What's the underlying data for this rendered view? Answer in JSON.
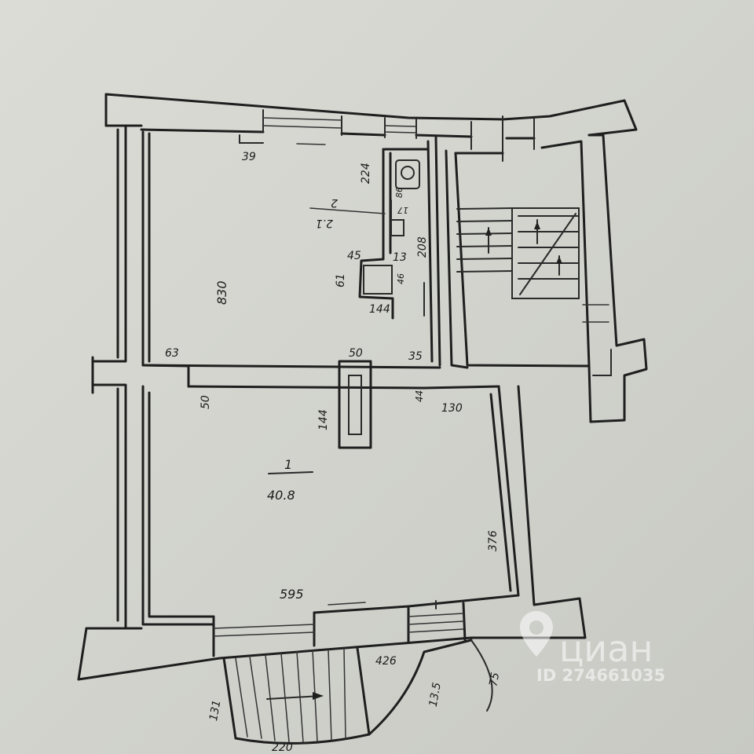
{
  "rooms": [
    {
      "number": "1",
      "area": "40.8"
    },
    {
      "number": "2",
      "area": "2.1"
    }
  ],
  "dimensions": {
    "d39": "39",
    "d224": "224",
    "d86": "86",
    "d17": "17",
    "d45": "45",
    "d13": "13",
    "d208": "208",
    "d61": "61",
    "d46": "46",
    "d144_kitchen": "144",
    "d830": "830",
    "d63": "63",
    "d50_top": "50",
    "d35": "35",
    "d50_left": "50",
    "d144_stove": "144",
    "d44": "44",
    "d130": "130",
    "d376": "376",
    "d595": "595",
    "d426": "426",
    "d131": "131",
    "d135": "13.5",
    "d75": "75",
    "d220": "220"
  },
  "watermark": {
    "brand": "циан",
    "id_text": "ID 274661035"
  },
  "colors": {
    "paper": "#d6d7d1",
    "ink": "#1f1f1f",
    "watermark": "#ffffff"
  },
  "icons": [
    "location-pin-icon",
    "toilet-icon",
    "stair-arrow-icon"
  ]
}
